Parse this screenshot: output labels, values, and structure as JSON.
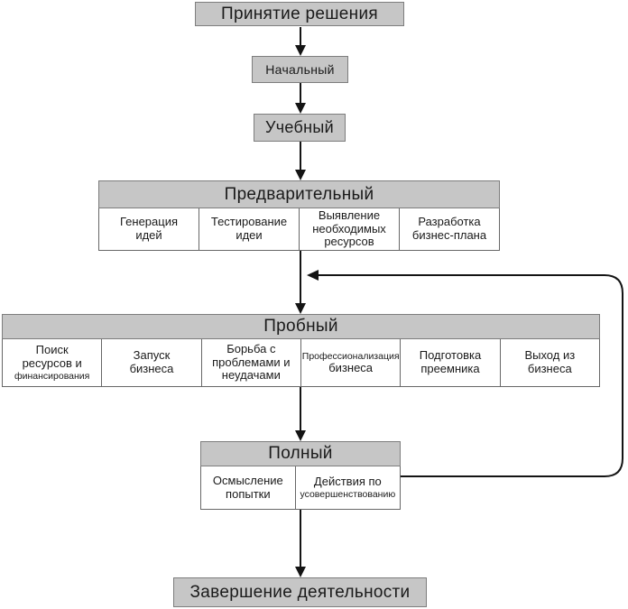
{
  "flowchart": {
    "decision": {
      "label": "Принятие решения"
    },
    "initial": {
      "label": "Начальный"
    },
    "training": {
      "label": "Учебный"
    },
    "preliminary": {
      "label": "Предварительный",
      "cells": [
        {
          "text": "Генерация\nидей"
        },
        {
          "text": "Тестирование\nидеи"
        },
        {
          "text": "Выявление\nнеобходимых\nресурсов"
        },
        {
          "text": "Разработка\nбизнес-плана"
        }
      ]
    },
    "trial": {
      "label": "Пробный",
      "cells": [
        {
          "text": "Поиск\nресурсов и",
          "small": "финансирования"
        },
        {
          "text": "Запуск\nбизнеса"
        },
        {
          "text": "Борьба с\nпроблемами и\nнеудачами"
        },
        {
          "small": "Профессионализация",
          "text": "бизнеса"
        },
        {
          "text": "Подготовка\nпреемника"
        },
        {
          "text": "Выход из\nбизнеса"
        }
      ]
    },
    "full": {
      "label": "Полный",
      "cells": [
        {
          "text": "Осмысление\nпопытки"
        },
        {
          "text": "Действия по",
          "small": "усовершенствованию"
        }
      ]
    },
    "completion": {
      "label": "Завершение деятельности"
    },
    "colors": {
      "box_fill": "#c6c6c6",
      "box_border": "#7d7d7d",
      "cell_border": "#676767",
      "line": "#141414"
    }
  }
}
